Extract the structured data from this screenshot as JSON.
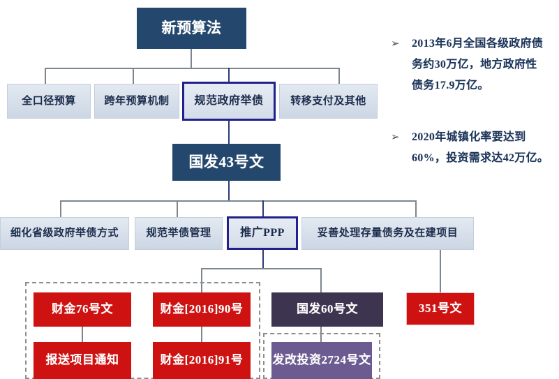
{
  "diagram": {
    "root": {
      "label": "新预算法"
    },
    "level1": [
      {
        "label": "全口径预算",
        "highlighted": false
      },
      {
        "label": "跨年预算机制",
        "highlighted": false
      },
      {
        "label": "规范政府举债",
        "highlighted": true
      },
      {
        "label": "转移支付及其他",
        "highlighted": false
      }
    ],
    "level2": {
      "label": "国发43号文"
    },
    "level3": [
      {
        "label": "细化省级政府举债方式",
        "highlighted": false
      },
      {
        "label": "规范举债管理",
        "highlighted": false
      },
      {
        "label": "推广PPP",
        "highlighted": true
      },
      {
        "label": "妥善处理存量债务及在建项目",
        "highlighted": false
      }
    ],
    "documents": {
      "col1_top": {
        "label": "财金76号文",
        "color": "#ce1212"
      },
      "col1_bottom": {
        "label": "报送项目通知",
        "color": "#ce1212"
      },
      "col2_top": {
        "label": "财金[2016]90号",
        "color": "#ce1212"
      },
      "col2_bottom": {
        "label": "财金[2016]91号",
        "color": "#ce1212"
      },
      "col3_top": {
        "label": "国发60号文",
        "color": "#3d3450"
      },
      "col3_bottom": {
        "label": "发改投资2724号文",
        "color": "#6b5b91"
      },
      "col4": {
        "label": "351号文",
        "color": "#ce1212"
      }
    }
  },
  "notes": [
    {
      "marker": "➢",
      "lines": [
        "2013年6月全国各级政府债",
        "务约30万亿，地方政府性",
        "债务17.9万亿。"
      ]
    },
    {
      "marker": "➢",
      "lines": [
        "2020年城镇化率要达到",
        "60%，投资需求达42万亿。"
      ]
    }
  ],
  "colors": {
    "navy": "#24486d",
    "pale_box": "#d8e0ea",
    "highlight_border": "#20218a",
    "red": "#ce1212",
    "plum_dark": "#3d3450",
    "plum": "#6b5b91",
    "connector": "#7d868e",
    "note_text": "#1b3459"
  }
}
